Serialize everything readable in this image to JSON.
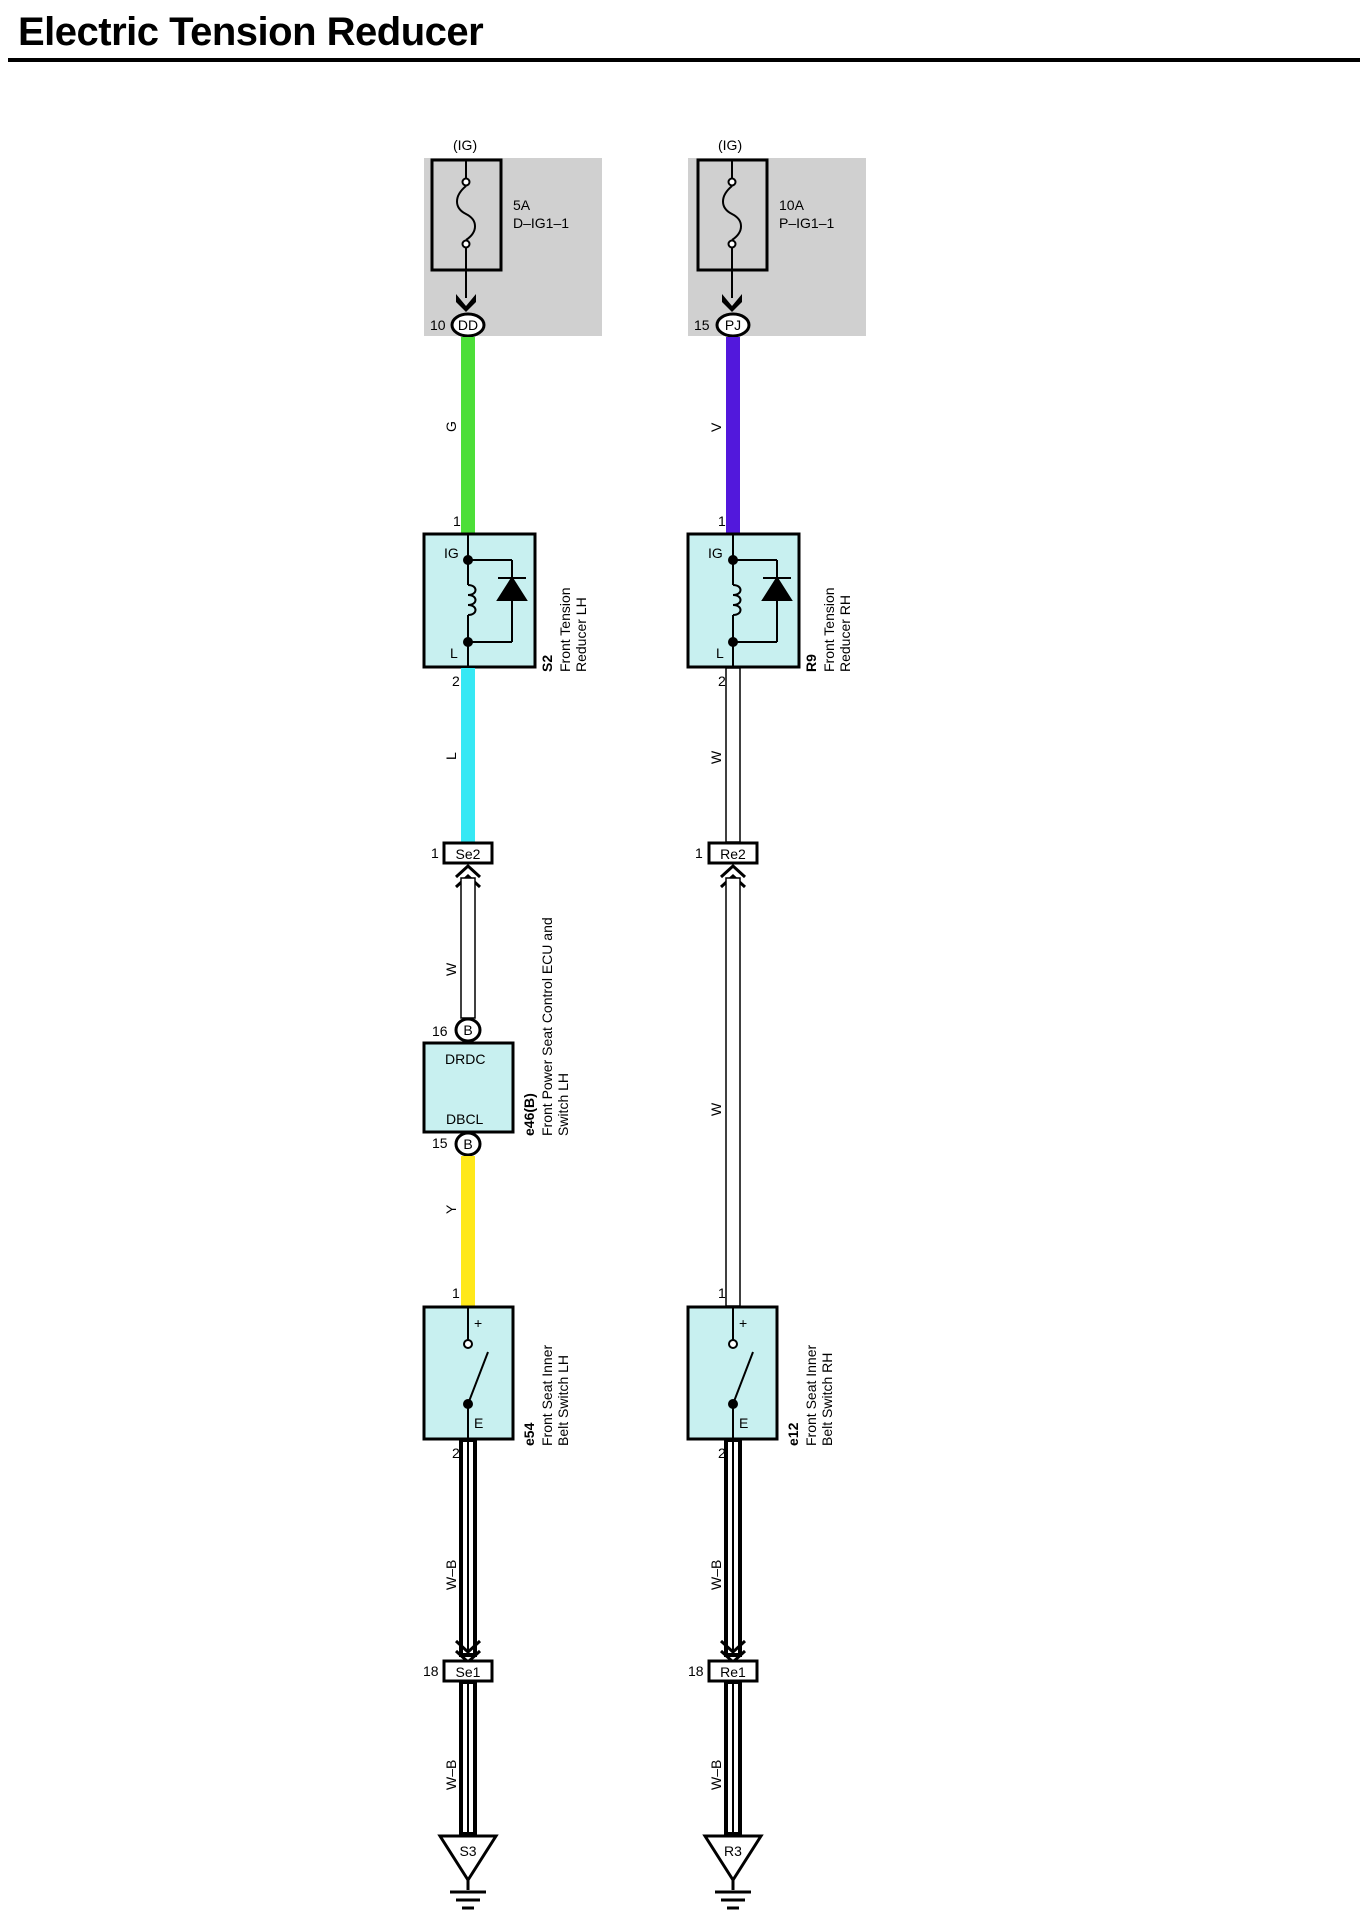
{
  "title": "Electric Tension Reducer",
  "colors": {
    "fuse_box_bg": "#d0d0d0",
    "component_fill": "#c8f0f0",
    "wire_G": "#4cdf38",
    "wire_V": "#5218dc",
    "wire_L": "#36e8f4",
    "wire_Y": "#ffe81a",
    "wire_W": "#ffffff"
  },
  "left": {
    "ig": "(IG)",
    "fuse_amp": "5A",
    "fuse_name": "D–IG1–1",
    "jc_pin": "10",
    "jc": "DD",
    "wire1": "G",
    "s2_pin1": "1",
    "s2_ig": "IG",
    "s2_l": "L",
    "s2_pin2": "2",
    "s2_code": "S2",
    "s2_name1": "Front Tension",
    "s2_name2": "Reducer LH",
    "wire2": "L",
    "conn1_pin": "1",
    "conn1": "Se2",
    "wire3": "W",
    "ecu_pin16": "16",
    "ecu_b1": "B",
    "ecu_drdc": "DRDC",
    "ecu_dbcl": "DBCL",
    "ecu_pin15": "15",
    "ecu_b2": "B",
    "ecu_code": "e46(B)",
    "ecu_name1": "Front Power Seat Control ECU and",
    "ecu_name2": "Switch LH",
    "wire4": "Y",
    "sw_pin1": "1",
    "sw_plus": "+",
    "sw_e": "E",
    "sw_pin2": "2",
    "sw_code": "e54",
    "sw_name1": "Front Seat Inner",
    "sw_name2": "Belt Switch LH",
    "wire5": "W–B",
    "conn2_pin": "18",
    "conn2": "Se1",
    "wire6": "W–B",
    "gnd": "S3"
  },
  "right": {
    "ig": "(IG)",
    "fuse_amp": "10A",
    "fuse_name": "P–IG1–1",
    "jc_pin": "15",
    "jc": "PJ",
    "wire1": "V",
    "r9_pin1": "1",
    "r9_ig": "IG",
    "r9_l": "L",
    "r9_pin2": "2",
    "r9_code": "R9",
    "r9_name1": "Front Tension",
    "r9_name2": "Reducer RH",
    "wire2": "W",
    "conn1_pin": "1",
    "conn1": "Re2",
    "wire3": "W",
    "sw_pin1": "1",
    "sw_plus": "+",
    "sw_e": "E",
    "sw_pin2": "2",
    "sw_code": "e12",
    "sw_name1": "Front Seat Inner",
    "sw_name2": "Belt Switch RH",
    "wire5": "W–B",
    "conn2_pin": "18",
    "conn2": "Re1",
    "wire6": "W–B",
    "gnd": "R3"
  }
}
